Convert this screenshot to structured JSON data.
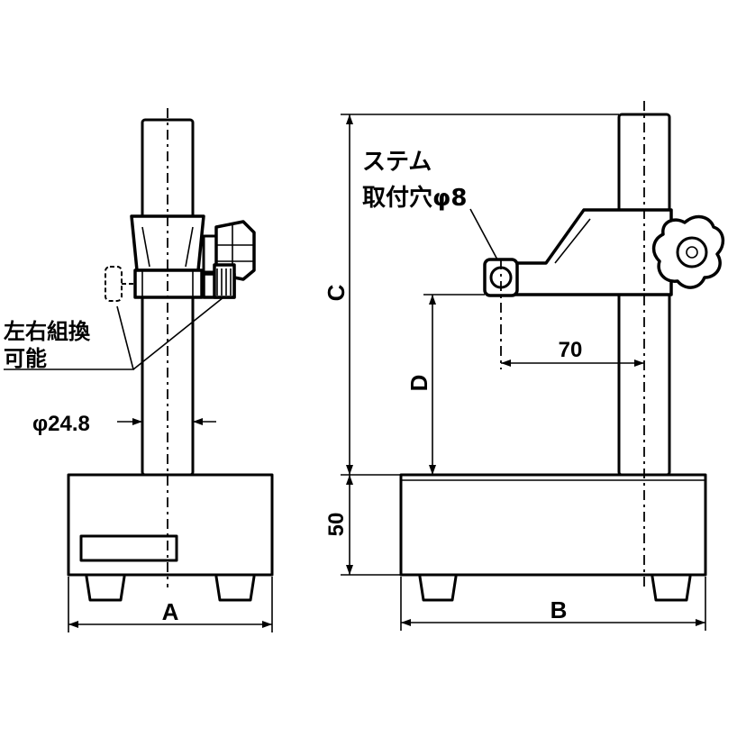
{
  "labels": {
    "dim_a": "A",
    "dim_b": "B",
    "dim_c": "C",
    "dim_d": "D",
    "dim_base_height": "50",
    "dim_offset": "70",
    "dim_column_diameter": "φ24.8",
    "note_swap": [
      "左右組換",
      "可能"
    ],
    "note_stem_hole": [
      "ステム",
      "取付穴φ8"
    ]
  },
  "colors": {
    "line": "#000000",
    "background": "#ffffff"
  }
}
